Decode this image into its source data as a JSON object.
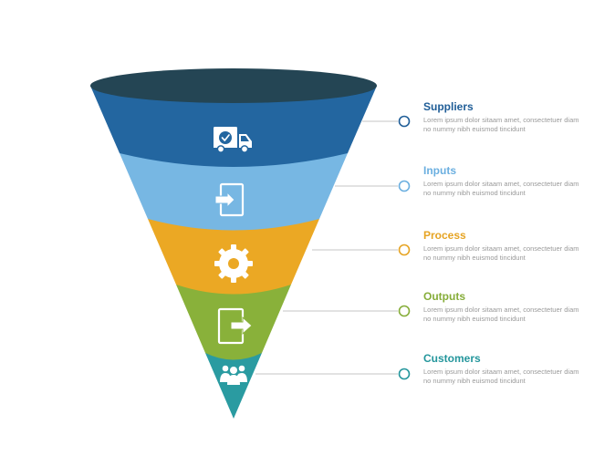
{
  "colors": {
    "rim": "#244554",
    "connector": "#c4c4c4"
  },
  "stages": [
    {
      "title": "Suppliers",
      "description": "Lorem ipsum dolor sitaam amet, consectetuer diam no nummy nibh euismod tincidunt",
      "color": "#2366a0",
      "title_color": "#1f5d97",
      "icon": "truck-check-icon"
    },
    {
      "title": "Inputs",
      "description": "Lorem ipsum dolor sitaam amet, consectetuer diam no nummy nibh euismod tincidunt",
      "color": "#77b7e3",
      "title_color": "#6bafe0",
      "icon": "input-arrow-icon"
    },
    {
      "title": "Process",
      "description": "Lorem ipsum dolor sitaam amet, consectetuer diam no nummy nibh euismod tincidunt",
      "color": "#eba824",
      "title_color": "#e6a423",
      "icon": "gear-icon"
    },
    {
      "title": "Outputs",
      "description": "Lorem ipsum dolor sitaam amet, consectetuer diam no nummy nibh euismod tincidunt",
      "color": "#89b13a",
      "title_color": "#86ad39",
      "icon": "output-arrow-icon"
    },
    {
      "title": "Customers",
      "description": "Lorem ipsum dolor sitaam amet, consectetuer diam no nummy nibh euismod tincidunt",
      "color": "#2a9ba1",
      "title_color": "#24969c",
      "icon": "people-group-icon"
    }
  ]
}
